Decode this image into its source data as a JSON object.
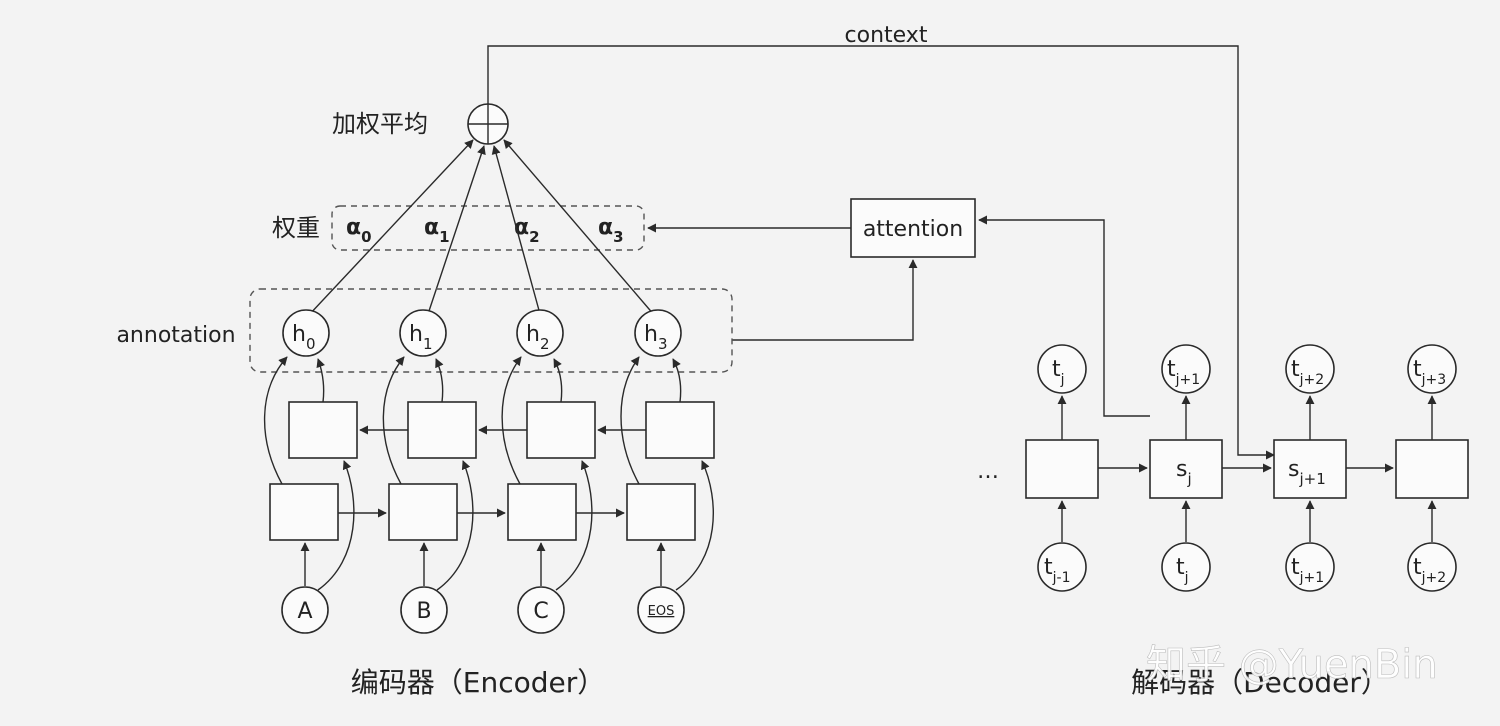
{
  "top": {
    "context_label": "context",
    "weighted_avg_label": "加权平均",
    "weights_label": "权重",
    "annotation_label": "annotation"
  },
  "weights": [
    {
      "sym": "α",
      "sub": "0"
    },
    {
      "sym": "α",
      "sub": "1"
    },
    {
      "sym": "α",
      "sub": "2"
    },
    {
      "sym": "α",
      "sub": "3"
    }
  ],
  "annotations": [
    {
      "sym": "h",
      "sub": "0"
    },
    {
      "sym": "h",
      "sub": "1"
    },
    {
      "sym": "h",
      "sub": "2"
    },
    {
      "sym": "h",
      "sub": "3"
    }
  ],
  "attention_label": "attention",
  "encoder": {
    "inputs": [
      "A",
      "B",
      "C",
      "EOS"
    ],
    "title": "编码器（Encoder）"
  },
  "decoder": {
    "ellipsis": "…",
    "state1": {
      "sym": "s",
      "sub": "j"
    },
    "state2": {
      "sym": "s",
      "sub": "j+1"
    },
    "outputs": [
      {
        "sym": "t",
        "sub": "j"
      },
      {
        "sym": "t",
        "sub": "j+1"
      },
      {
        "sym": "t",
        "sub": "j+2"
      },
      {
        "sym": "t",
        "sub": "j+3"
      }
    ],
    "inputs": [
      {
        "sym": "t",
        "sub": "j-1"
      },
      {
        "sym": "t",
        "sub": "j"
      },
      {
        "sym": "t",
        "sub": "j+1"
      },
      {
        "sym": "t",
        "sub": "j+2"
      }
    ],
    "title": "解码器（Decoder）"
  },
  "watermark": "知乎 @YuenBin",
  "colors": {
    "background": "#f3f3f3",
    "stroke": "#2a2a2a",
    "text": "#222222",
    "watermark": "#ffffff"
  }
}
